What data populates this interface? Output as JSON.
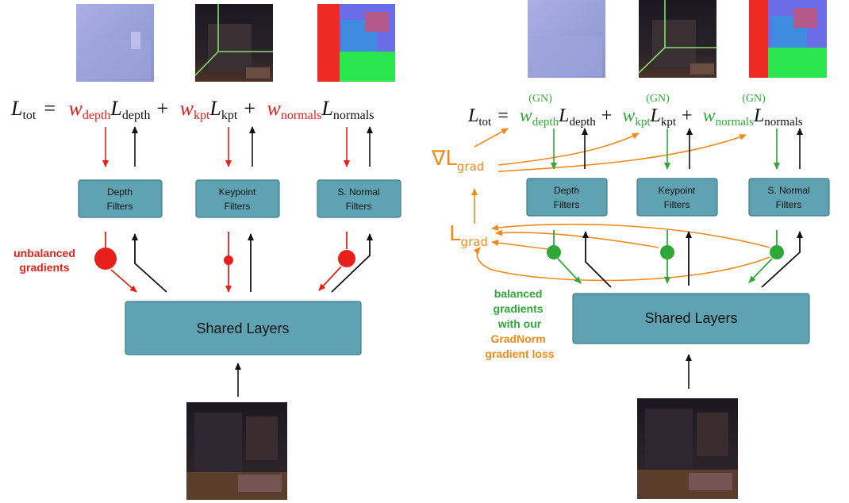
{
  "left": {
    "boxes": {
      "depth": "Depth\nFilters",
      "kpt": "Keypoint\nFilters",
      "normal": "S. Normal\nFilters",
      "shared": "Shared Layers"
    },
    "equation": {
      "lhs_main": "L",
      "lhs_sub": "tot",
      "eq": "=",
      "terms": [
        {
          "w": "w",
          "wsub": "depth",
          "L": "L",
          "Lsub": "depth",
          "plus": "+"
        },
        {
          "w": "w",
          "wsub": "kpt",
          "L": "L",
          "Lsub": "kpt",
          "plus": "+"
        },
        {
          "w": "w",
          "wsub": "normals",
          "L": "L",
          "Lsub": "normals",
          "plus": ""
        }
      ]
    },
    "note_lines": [
      "unbalanced",
      "gradients"
    ]
  },
  "right": {
    "boxes": {
      "depth": "Depth\nFilters",
      "kpt": "Keypoint\nFilters",
      "normal": "S. Normal\nFilters",
      "shared": "Shared Layers"
    },
    "equation": {
      "lhs_main": "L",
      "lhs_sub": "tot",
      "eq": "=",
      "terms": [
        {
          "w": "w",
          "wsub": "depth",
          "wsup": "(GN)",
          "L": "L",
          "Lsub": "depth",
          "plus": "+"
        },
        {
          "w": "w",
          "wsub": "kpt",
          "wsup": "(GN)",
          "L": "L",
          "Lsub": "kpt",
          "plus": "+"
        },
        {
          "w": "w",
          "wsub": "normals",
          "wsup": "(GN)",
          "L": "L",
          "Lsub": "normals",
          "plus": ""
        }
      ]
    },
    "grad_nabla": "∇L",
    "grad_sub": "grad",
    "loss_main": "L",
    "loss_sub": "grad",
    "note_lines": [
      "balanced",
      "gradients",
      "with our",
      "GradNorm",
      "gradient loss"
    ]
  },
  "colors": {
    "red": "#e8201c",
    "green": "#2fa838",
    "orange": "#f28a1a",
    "box": "#5fa3b3",
    "black": "#111111"
  }
}
